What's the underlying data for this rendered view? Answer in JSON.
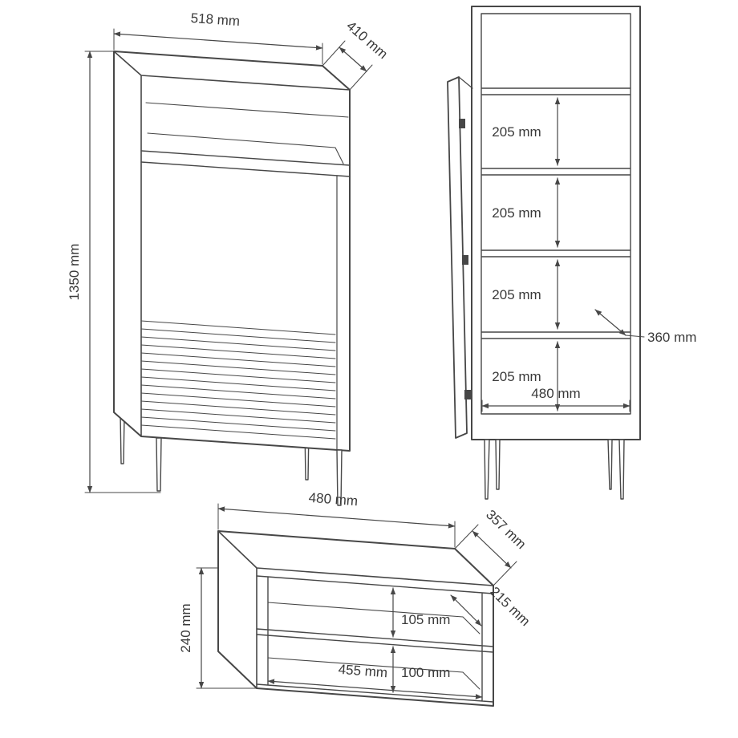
{
  "colors": {
    "background": "#ffffff",
    "line": "#474747",
    "text": "#3a3a3a"
  },
  "views": {
    "cabinet": {
      "width": "518 mm",
      "depth": "410 mm",
      "height": "1350 mm"
    },
    "cabinet_section": {
      "shelf_gaps": [
        "205 mm",
        "205 mm",
        "205 mm",
        "205 mm"
      ],
      "interior_depth": "360 mm",
      "interior_width": "480 mm"
    },
    "tv_stand": {
      "width": "480 mm",
      "depth": "357 mm",
      "height": "240 mm",
      "upper_gap": "105 mm",
      "shelf_depth": "215 mm",
      "lower_gap": "100 mm",
      "bottom_width": "455 mm"
    }
  }
}
